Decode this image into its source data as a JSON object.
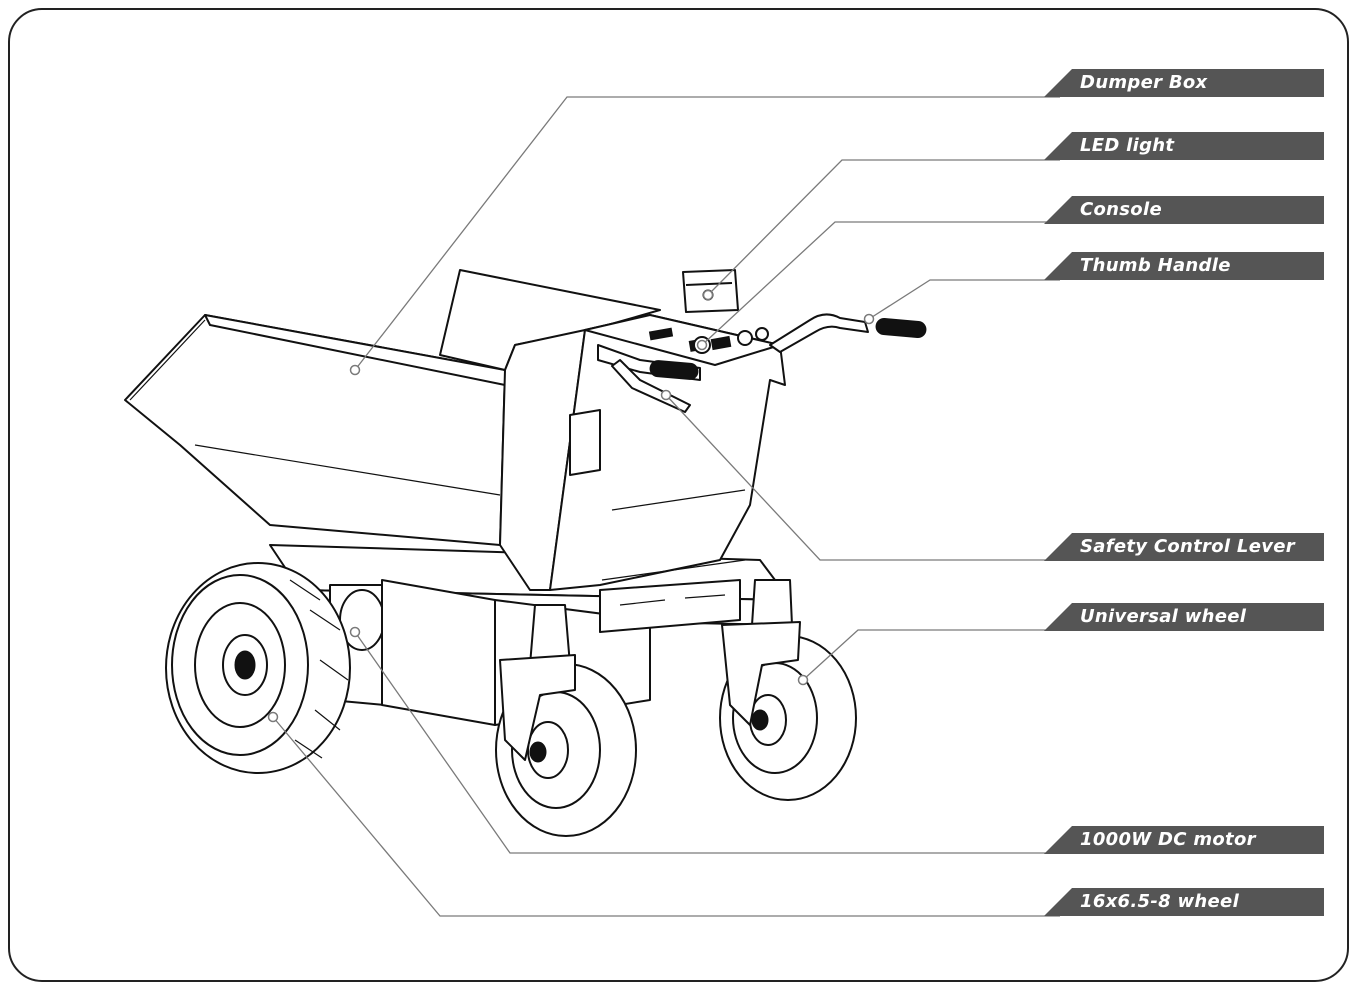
{
  "diagram": {
    "subject": "motorized-dumper-cart",
    "callouts": [
      {
        "id": "dumper-box",
        "label": "Dumper Box"
      },
      {
        "id": "led-light",
        "label": "LED light"
      },
      {
        "id": "console",
        "label": "Console"
      },
      {
        "id": "thumb-handle",
        "label": "Thumb Handle"
      },
      {
        "id": "safety-control-lever",
        "label": "Safety Control Lever"
      },
      {
        "id": "universal-wheel",
        "label": "Universal wheel"
      },
      {
        "id": "dc-motor",
        "label": "1000W DC motor"
      },
      {
        "id": "wheel",
        "label": "16x6.5-8 wheel"
      }
    ],
    "colors": {
      "label_bg": "#555555",
      "label_text": "#ffffff",
      "leader": "#7a7a7a",
      "ink": "#111111"
    }
  }
}
